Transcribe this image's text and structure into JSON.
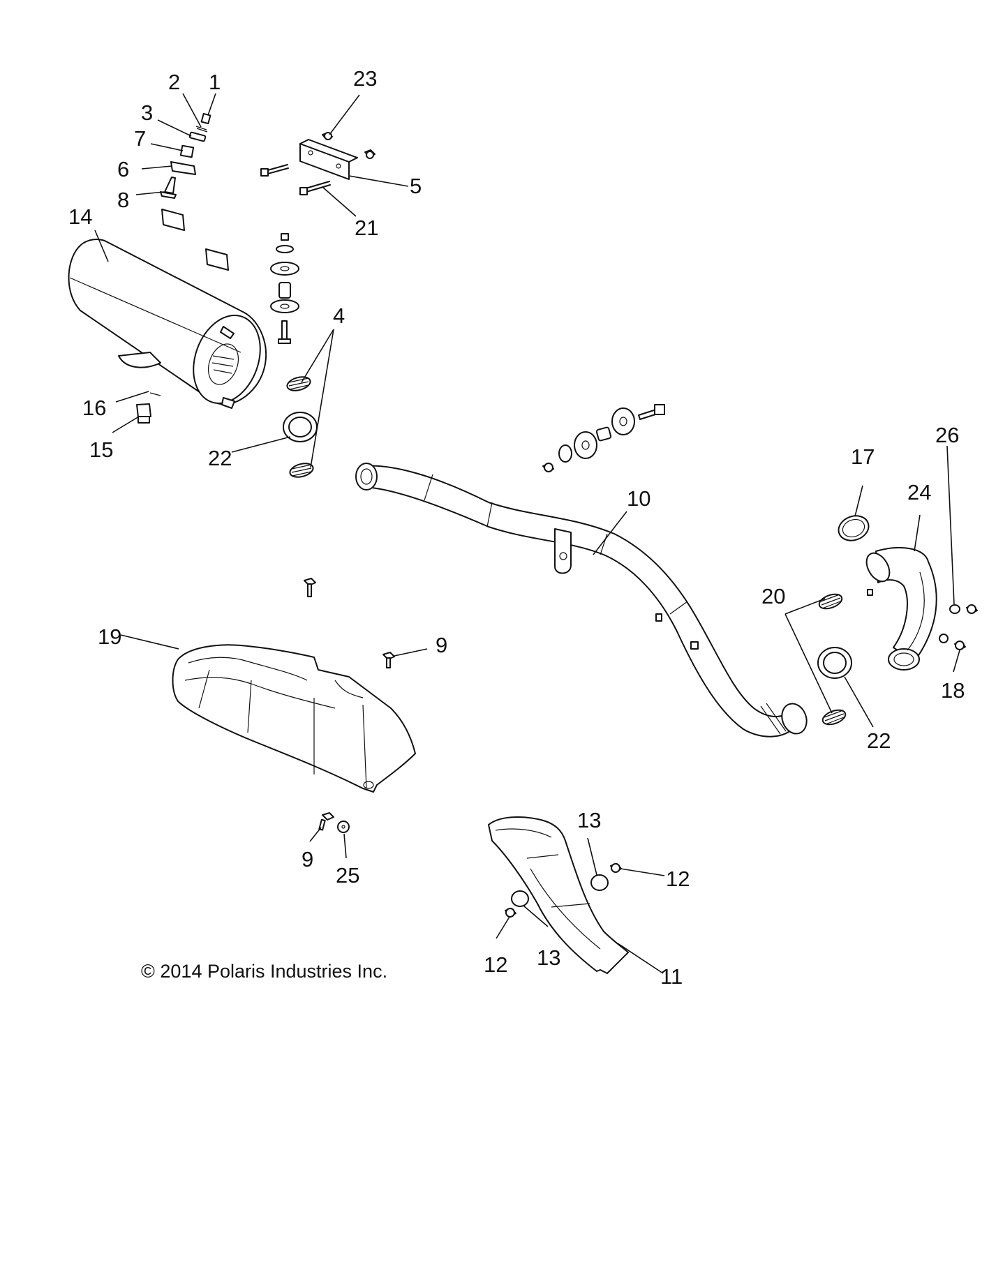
{
  "copyright": "© 2014 Polaris Industries Inc.",
  "callouts": [
    {
      "id": "c1",
      "label": "1"
    },
    {
      "id": "c2",
      "label": "2"
    },
    {
      "id": "c3",
      "label": "3"
    },
    {
      "id": "c7",
      "label": "7"
    },
    {
      "id": "c6",
      "label": "6"
    },
    {
      "id": "c8",
      "label": "8"
    },
    {
      "id": "c23",
      "label": "23"
    },
    {
      "id": "c5",
      "label": "5"
    },
    {
      "id": "c21",
      "label": "21"
    },
    {
      "id": "c14",
      "label": "14"
    },
    {
      "id": "c4",
      "label": "4"
    },
    {
      "id": "c16",
      "label": "16"
    },
    {
      "id": "c15",
      "label": "15"
    },
    {
      "id": "c22a",
      "label": "22"
    },
    {
      "id": "c10",
      "label": "10"
    },
    {
      "id": "c17",
      "label": "17"
    },
    {
      "id": "c26",
      "label": "26"
    },
    {
      "id": "c24",
      "label": "24"
    },
    {
      "id": "c20",
      "label": "20"
    },
    {
      "id": "c18",
      "label": "18"
    },
    {
      "id": "c22b",
      "label": "22"
    },
    {
      "id": "c19",
      "label": "19"
    },
    {
      "id": "c9a",
      "label": "9"
    },
    {
      "id": "c9b",
      "label": "9"
    },
    {
      "id": "c25",
      "label": "25"
    },
    {
      "id": "c13a",
      "label": "13"
    },
    {
      "id": "c12a",
      "label": "12"
    },
    {
      "id": "c13b",
      "label": "13"
    },
    {
      "id": "c12b",
      "label": "12"
    },
    {
      "id": "c11",
      "label": "11"
    }
  ]
}
